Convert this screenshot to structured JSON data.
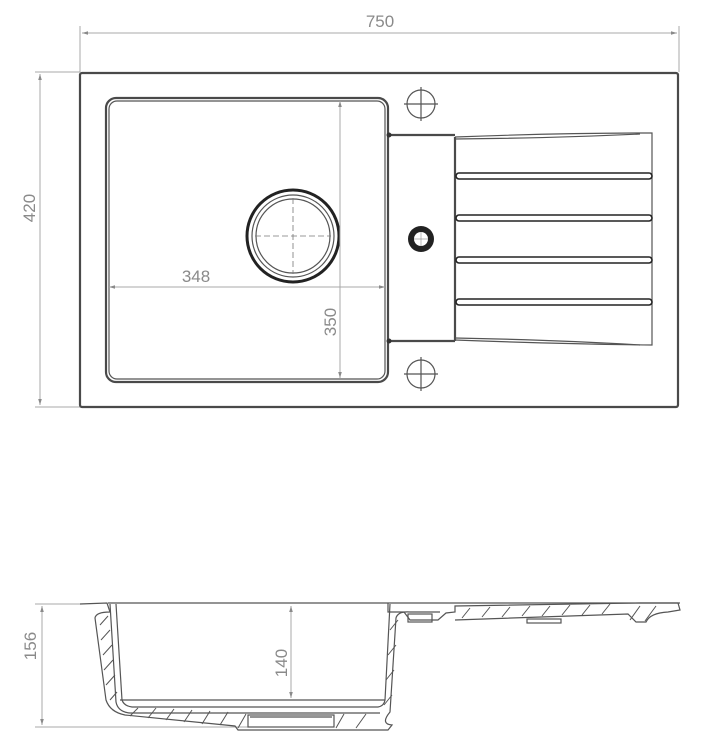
{
  "drawing": {
    "title": "Kitchen sink with drainer - technical drawing",
    "views": [
      "top-view",
      "section-view"
    ],
    "colors": {
      "line": "#4a4a4a",
      "dimension": "#a8a8a8",
      "text": "#8a8a8a",
      "background": "#ffffff"
    }
  },
  "dimensions": {
    "overall_width": "750",
    "overall_depth": "420",
    "bowl_width": "348",
    "bowl_length": "350",
    "overall_height": "156",
    "bowl_depth": "140"
  },
  "top_view": {
    "bowl": {
      "count": 1,
      "drain": "round-drain"
    },
    "drainer": {
      "ribs": 4,
      "overflow_hole": true
    },
    "tap_holes": 2
  }
}
